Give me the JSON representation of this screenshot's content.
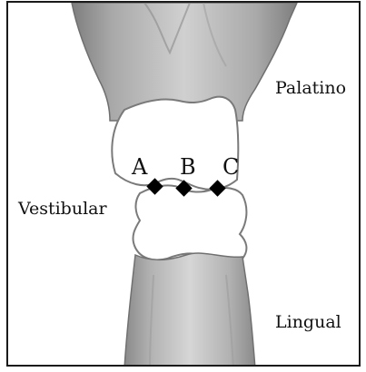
{
  "labels": {
    "palatino": "Palatino",
    "vestibular": "Vestibular",
    "lingual": "Lingual"
  },
  "points": [
    {
      "id": "a",
      "label": "A"
    },
    {
      "id": "b",
      "label": "B"
    },
    {
      "id": "c",
      "label": "C"
    }
  ],
  "colors": {
    "frame": "#1a1a1a",
    "bone": "#b8b8b8",
    "bone_dark": "#8f8f8f",
    "crown": "#ffffff",
    "marker": "#000000"
  }
}
